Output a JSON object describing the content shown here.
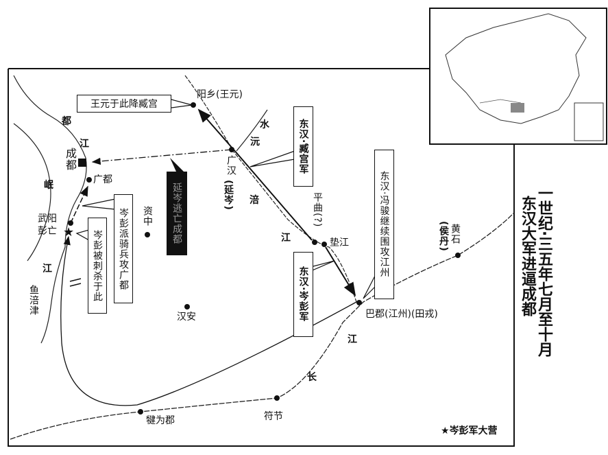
{
  "title": {
    "line1": "一世纪·三五年七月至十月",
    "line2": "东汉大军进逼成都"
  },
  "places": {
    "yangxiang": "阳乡(王元)",
    "chengdu": "成都",
    "guangdu": "广都",
    "guanghan": "广汉",
    "guanghan_note": "(延岑)",
    "zizhong": "资中",
    "wuyang": "武阳",
    "pengwang": "彭亡",
    "yufujin": "鱼涪津",
    "hanan": "汉安",
    "pingqu": "平曲(?)",
    "dianjiang": "垫江",
    "bajun": "巴郡(江州)(田戎)",
    "huangshi": "黄石",
    "huangshi_note": "(侯丹)",
    "qianwei": "犍为郡",
    "fujie": "符节"
  },
  "rivers": {
    "du": "都",
    "jiang1": "江",
    "min": "岷",
    "jiang2": "江",
    "shui": "水",
    "yuan": "沅",
    "fu": "涪",
    "jiang3": "江",
    "jiang4": "江",
    "chang": "长"
  },
  "callouts": {
    "wangyuan": "王元于此降臧宫",
    "zanggong": "东汉·臧宫军",
    "yancen": "延岑逃亡成都",
    "cenpeng_cavalry": "岑彭派骑兵攻广都",
    "cenpeng_killed": "岑彭被刺杀于此",
    "cenpeng_army": "东汉·岑彭军",
    "fengjun": "东汉·冯骏继续围攻江州"
  },
  "legend": {
    "icon": "star",
    "label": "岑彭军大营"
  }
}
